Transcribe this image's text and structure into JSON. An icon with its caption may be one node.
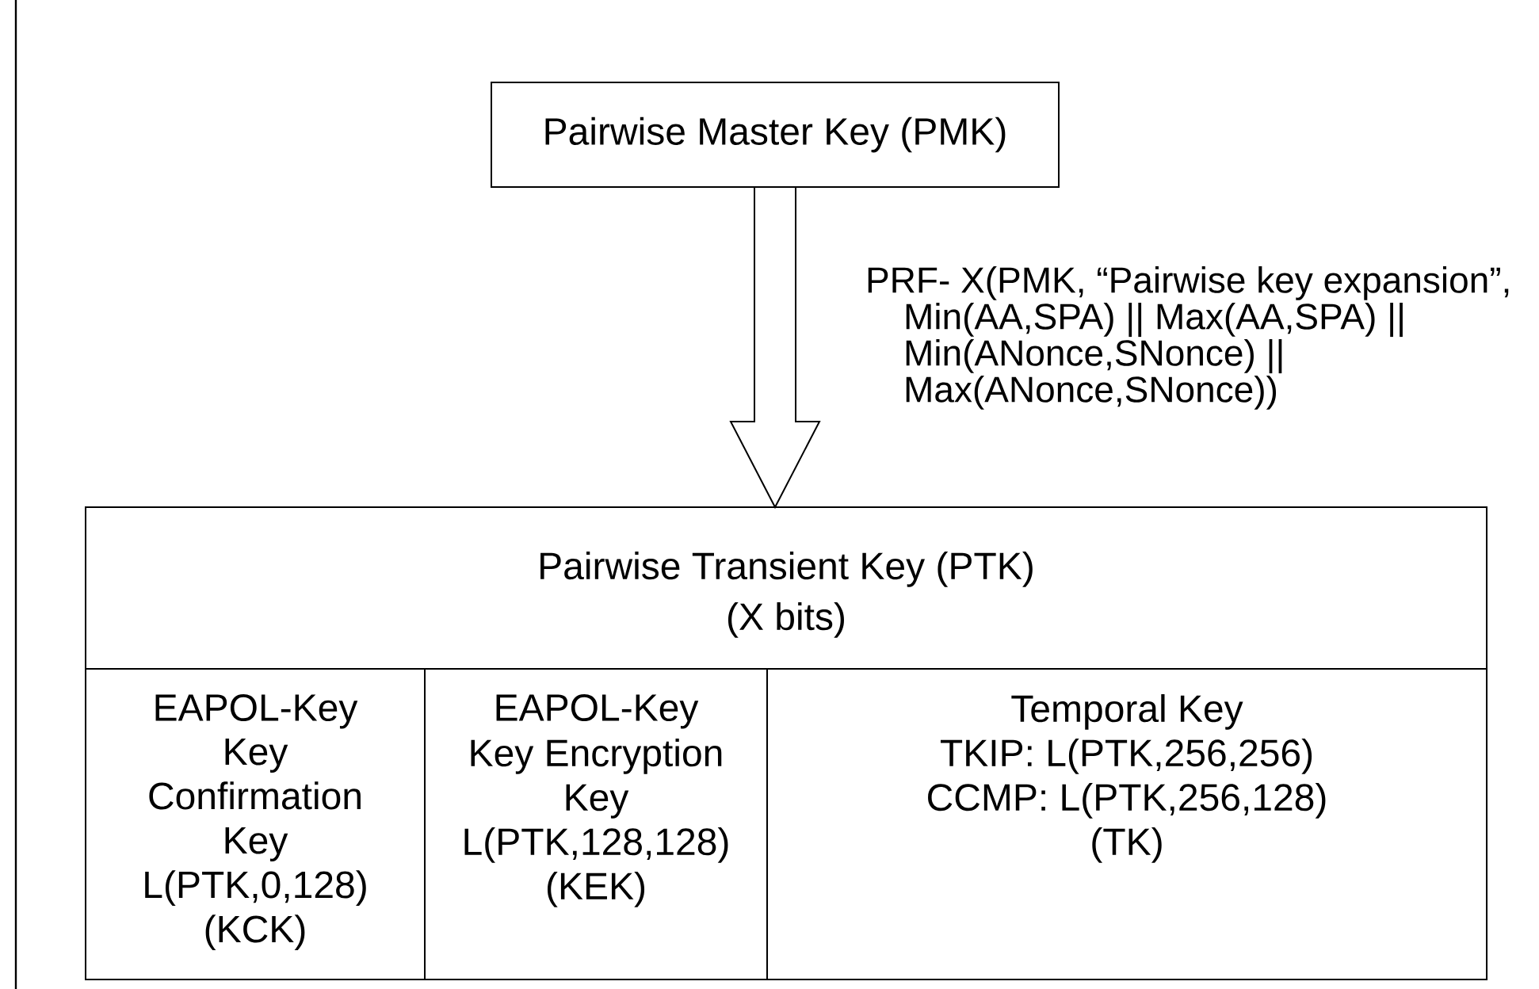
{
  "diagram": {
    "nodes": [
      {
        "text": [
          "Pairwise Master Key (PMK)"
        ]
      },
      {
        "text": [
          "Pairwise Transient Key (PTK)",
          "(X bits)"
        ]
      },
      {
        "text": [
          "EAPOL-Key",
          "Key Confirmation Key L(PTK,0,128) (KCK)"
        ],
        "in": 1
      },
      {
        "text": [
          "EAPOL-Key",
          "Key Encryption Key L(PTK,128,128) (KEK)"
        ],
        "in": 1
      },
      {
        "text": [
          "Temporal Key",
          "TKIP: L(PTK,256,256) CCMP: L(PTK,256,128) (TK)"
        ],
        "in": 1
      }
    ],
    "edges": [
      {
        "from": 0,
        "to": 1,
        "arrow": "to",
        "label": "PRF- X(PMK, “Pairwise key expansion”, Min(AA,SPA) || Max(AA,SPA) || Min(ANonce,SNonce) || Max(ANonce,SNonce))"
      }
    ]
  }
}
